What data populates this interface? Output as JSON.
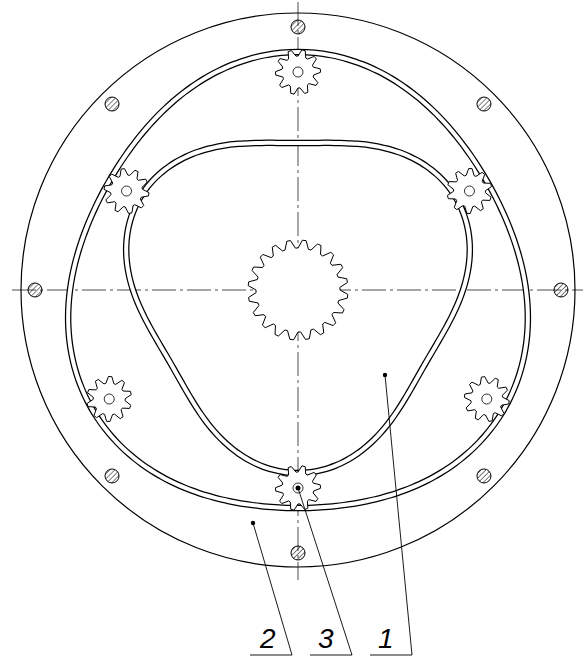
{
  "diagram": {
    "labels": [
      "2",
      "3",
      "1"
    ]
  }
}
